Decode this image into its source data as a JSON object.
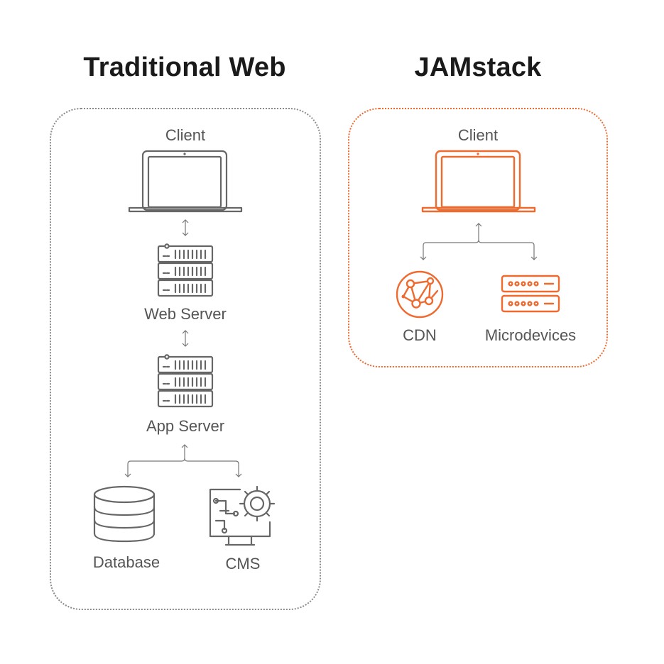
{
  "titles": {
    "traditional": "Traditional Web",
    "jamstack": "JAMstack"
  },
  "traditional": {
    "client_label": "Client",
    "web_server_label": "Web Server",
    "app_server_label": "App Server",
    "database_label": "Database",
    "cms_label": "CMS"
  },
  "jamstack": {
    "client_label": "Client",
    "cdn_label": "CDN",
    "microdevices_label": "Microdevices"
  },
  "colors": {
    "accent": "#ee6a2f",
    "neutral": "#666666",
    "title": "#1a1a1a"
  }
}
